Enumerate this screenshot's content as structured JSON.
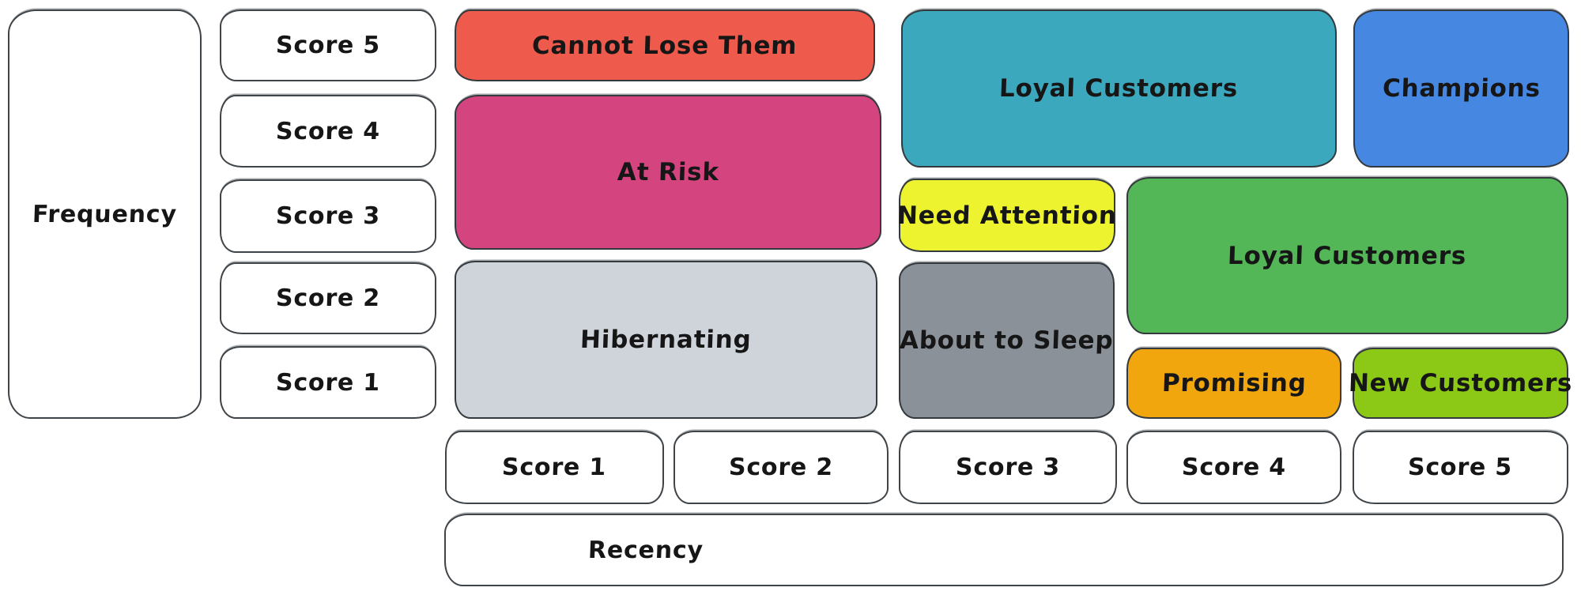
{
  "frequency_axis": {
    "label": "Frequency",
    "scores": [
      "Score 5",
      "Score 4",
      "Score 3",
      "Score 2",
      "Score 1"
    ]
  },
  "recency_axis": {
    "label": "Recency",
    "scores": [
      "Score 1",
      "Score 2",
      "Score 3",
      "Score 4",
      "Score 5"
    ]
  },
  "segments": {
    "cannot_lose_them": {
      "label": "Cannot Lose Them",
      "color": "#ee5a4c",
      "recency_scores": "1-2",
      "frequency_scores": "5"
    },
    "at_risk": {
      "label": "At Risk",
      "color": "#d4447e",
      "recency_scores": "1-2",
      "frequency_scores": "3-4"
    },
    "hibernating": {
      "label": "Hibernating",
      "color": "#cfd4db",
      "recency_scores": "1-2",
      "frequency_scores": "1-2"
    },
    "loyal_customers_teal": {
      "label": "Loyal Customers",
      "color": "#3ba8bd",
      "recency_scores": "3-4",
      "frequency_scores": "4-5"
    },
    "champions": {
      "label": "Champions",
      "color": "#4687e2",
      "recency_scores": "5",
      "frequency_scores": "4-5"
    },
    "need_attention": {
      "label": "Need Attention",
      "color": "#edf32f",
      "recency_scores": "3",
      "frequency_scores": "3"
    },
    "loyal_customers_green": {
      "label": "Loyal Customers",
      "color": "#53b657",
      "recency_scores": "4-5",
      "frequency_scores": "2-3"
    },
    "about_to_sleep": {
      "label": "About to Sleep",
      "color": "#8b9199",
      "recency_scores": "3",
      "frequency_scores": "1-2"
    },
    "promising": {
      "label": "Promising",
      "color": "#f0a60c",
      "recency_scores": "4",
      "frequency_scores": "1"
    },
    "new_customers": {
      "label": "New Customers",
      "color": "#8cc917",
      "recency_scores": "5",
      "frequency_scores": "1"
    }
  }
}
